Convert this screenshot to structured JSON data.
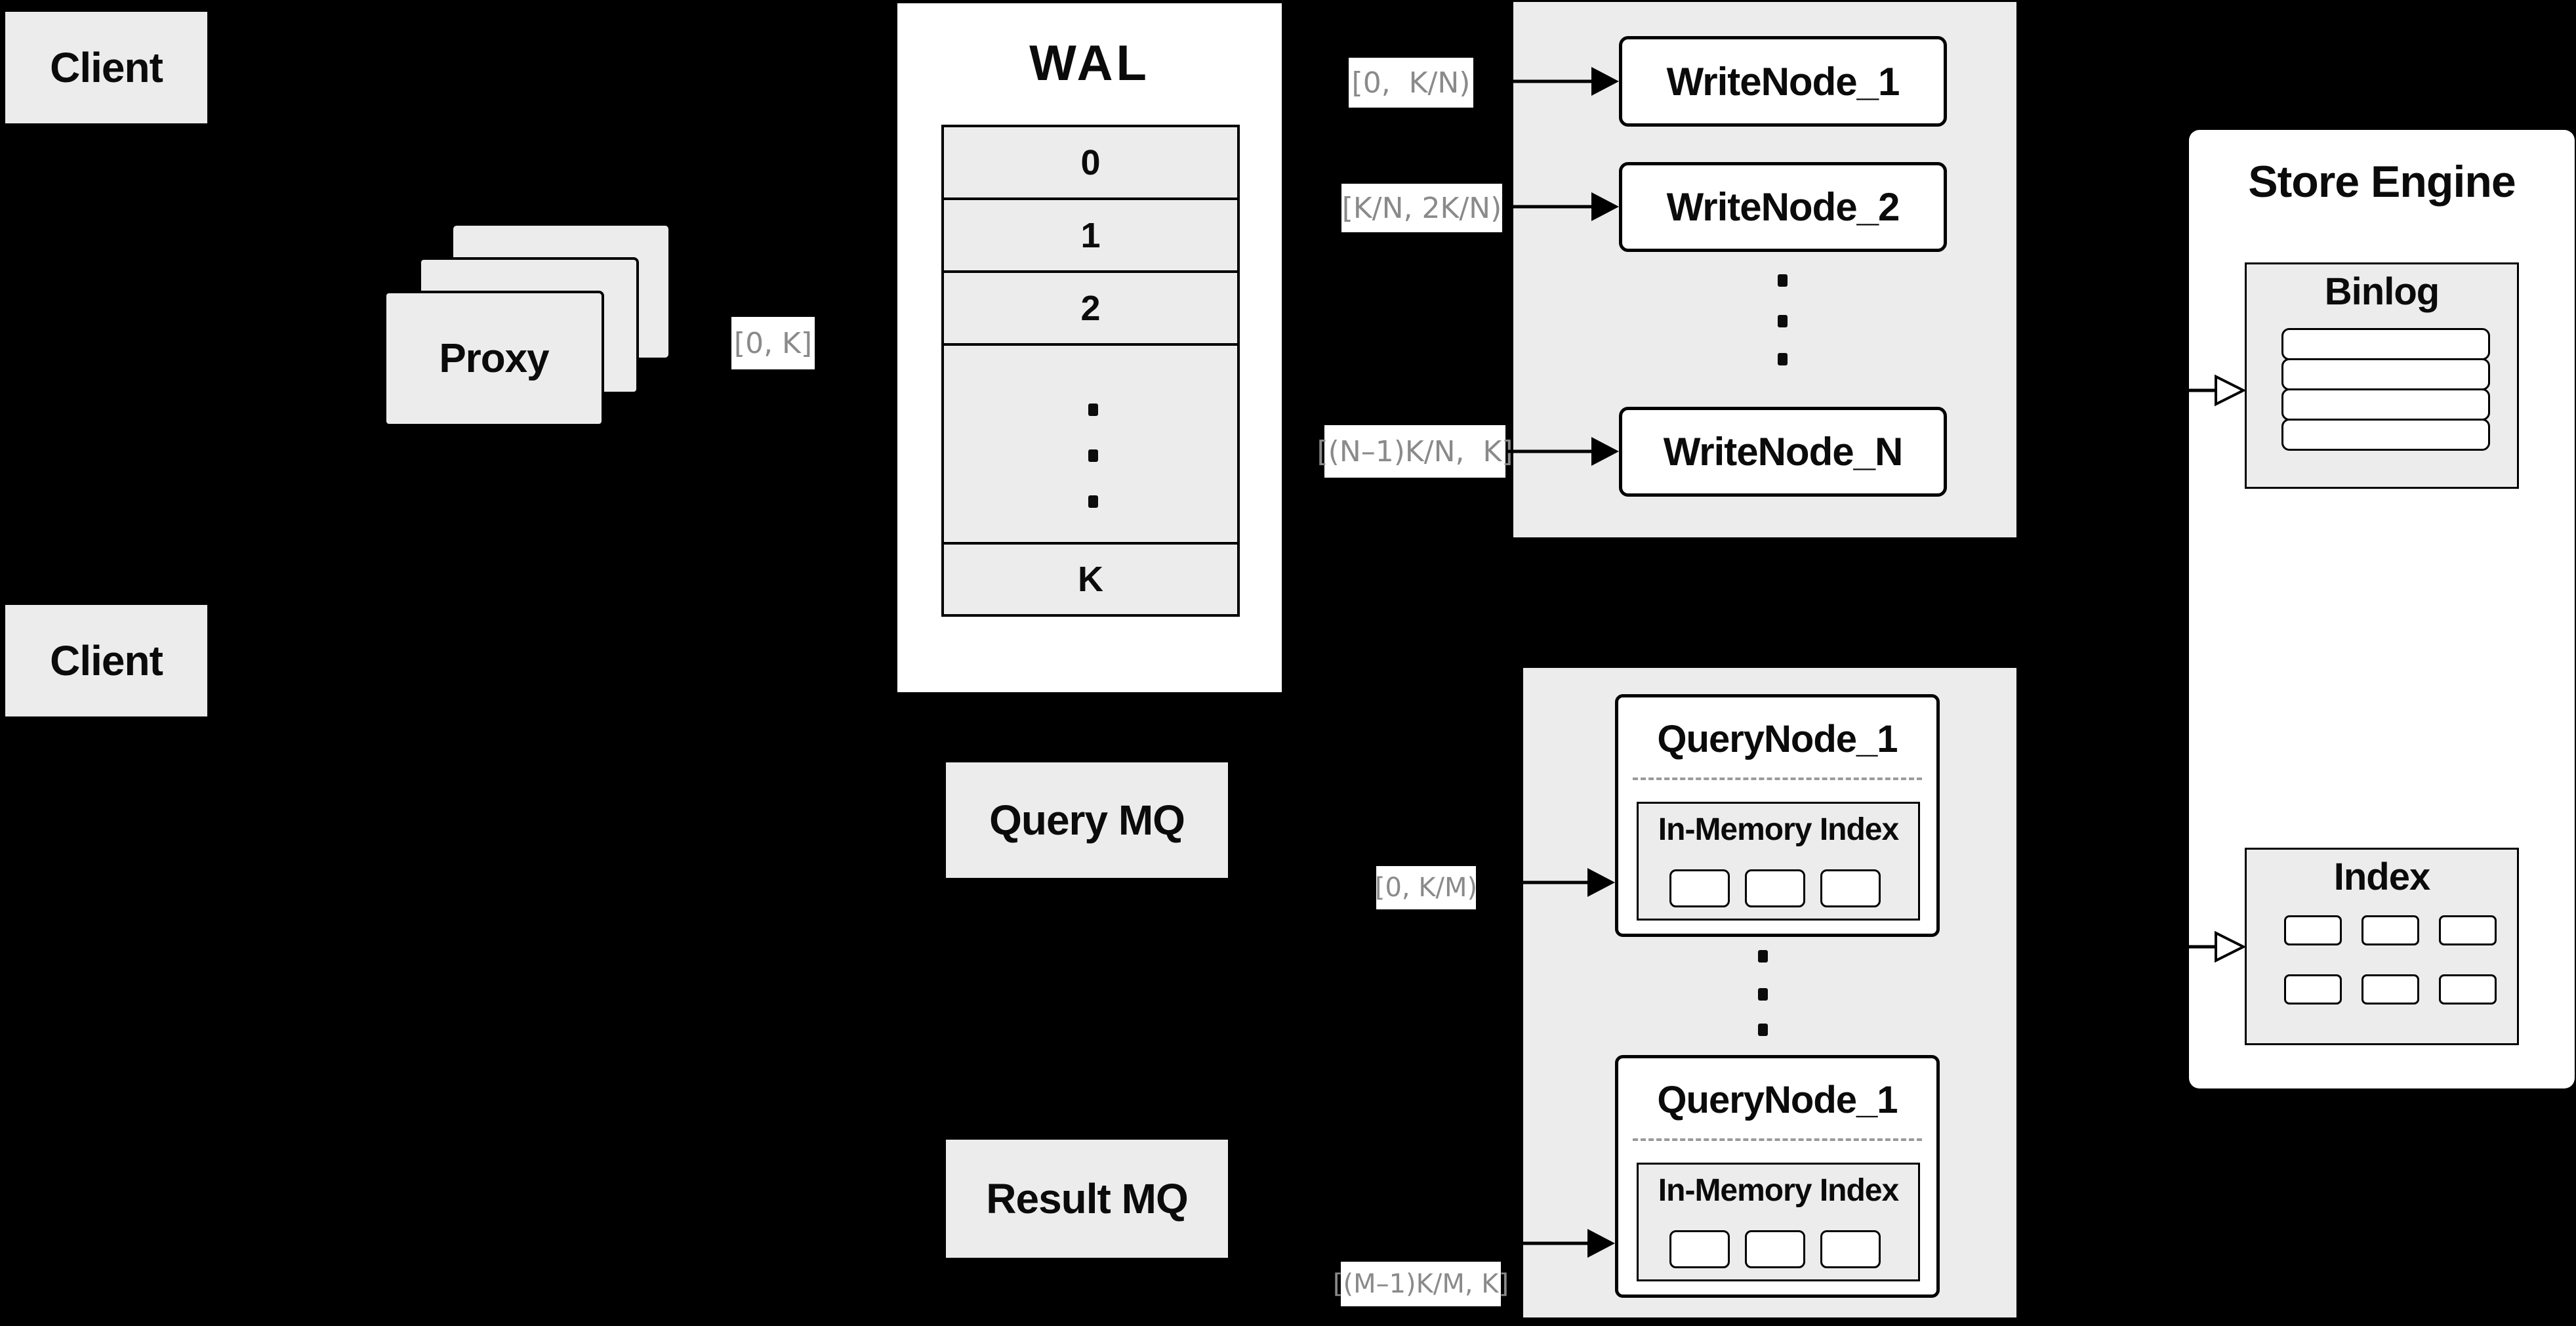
{
  "colors": {
    "background": "#000000",
    "panel_gray": "#ececec",
    "node_fill": "#ffffff",
    "line_black": "#000000",
    "muted_label_text": "#8a8a8a"
  },
  "clients": [
    {
      "label": "Client"
    },
    {
      "label": "Client"
    }
  ],
  "proxy": {
    "label": "Proxy"
  },
  "wal": {
    "title": "WAL",
    "rows": [
      "0",
      "1",
      "2"
    ],
    "ellipsis": "⋮",
    "last_row": "K"
  },
  "write_path": {
    "proxy_range": "[0, K]",
    "labels": [
      "[0,  K/N)",
      "[K/N, 2K/N)",
      "[(N–1)K/N,  K]"
    ],
    "nodes": [
      "WriteNode_1",
      "WriteNode_2",
      "WriteNode_N"
    ]
  },
  "query_path": {
    "query_mq": "Query MQ",
    "result_mq": "Result MQ",
    "labels": [
      "[0, K/M)",
      "[(M–1)K/M, K]"
    ],
    "nodes": [
      {
        "title": "QueryNode_1",
        "inner_title": "In-Memory Index"
      },
      {
        "title": "QueryNode_1",
        "inner_title": "In-Memory Index"
      }
    ]
  },
  "store_engine": {
    "title": "Store Engine",
    "binlog_title": "Binlog",
    "index_title": "Index"
  }
}
